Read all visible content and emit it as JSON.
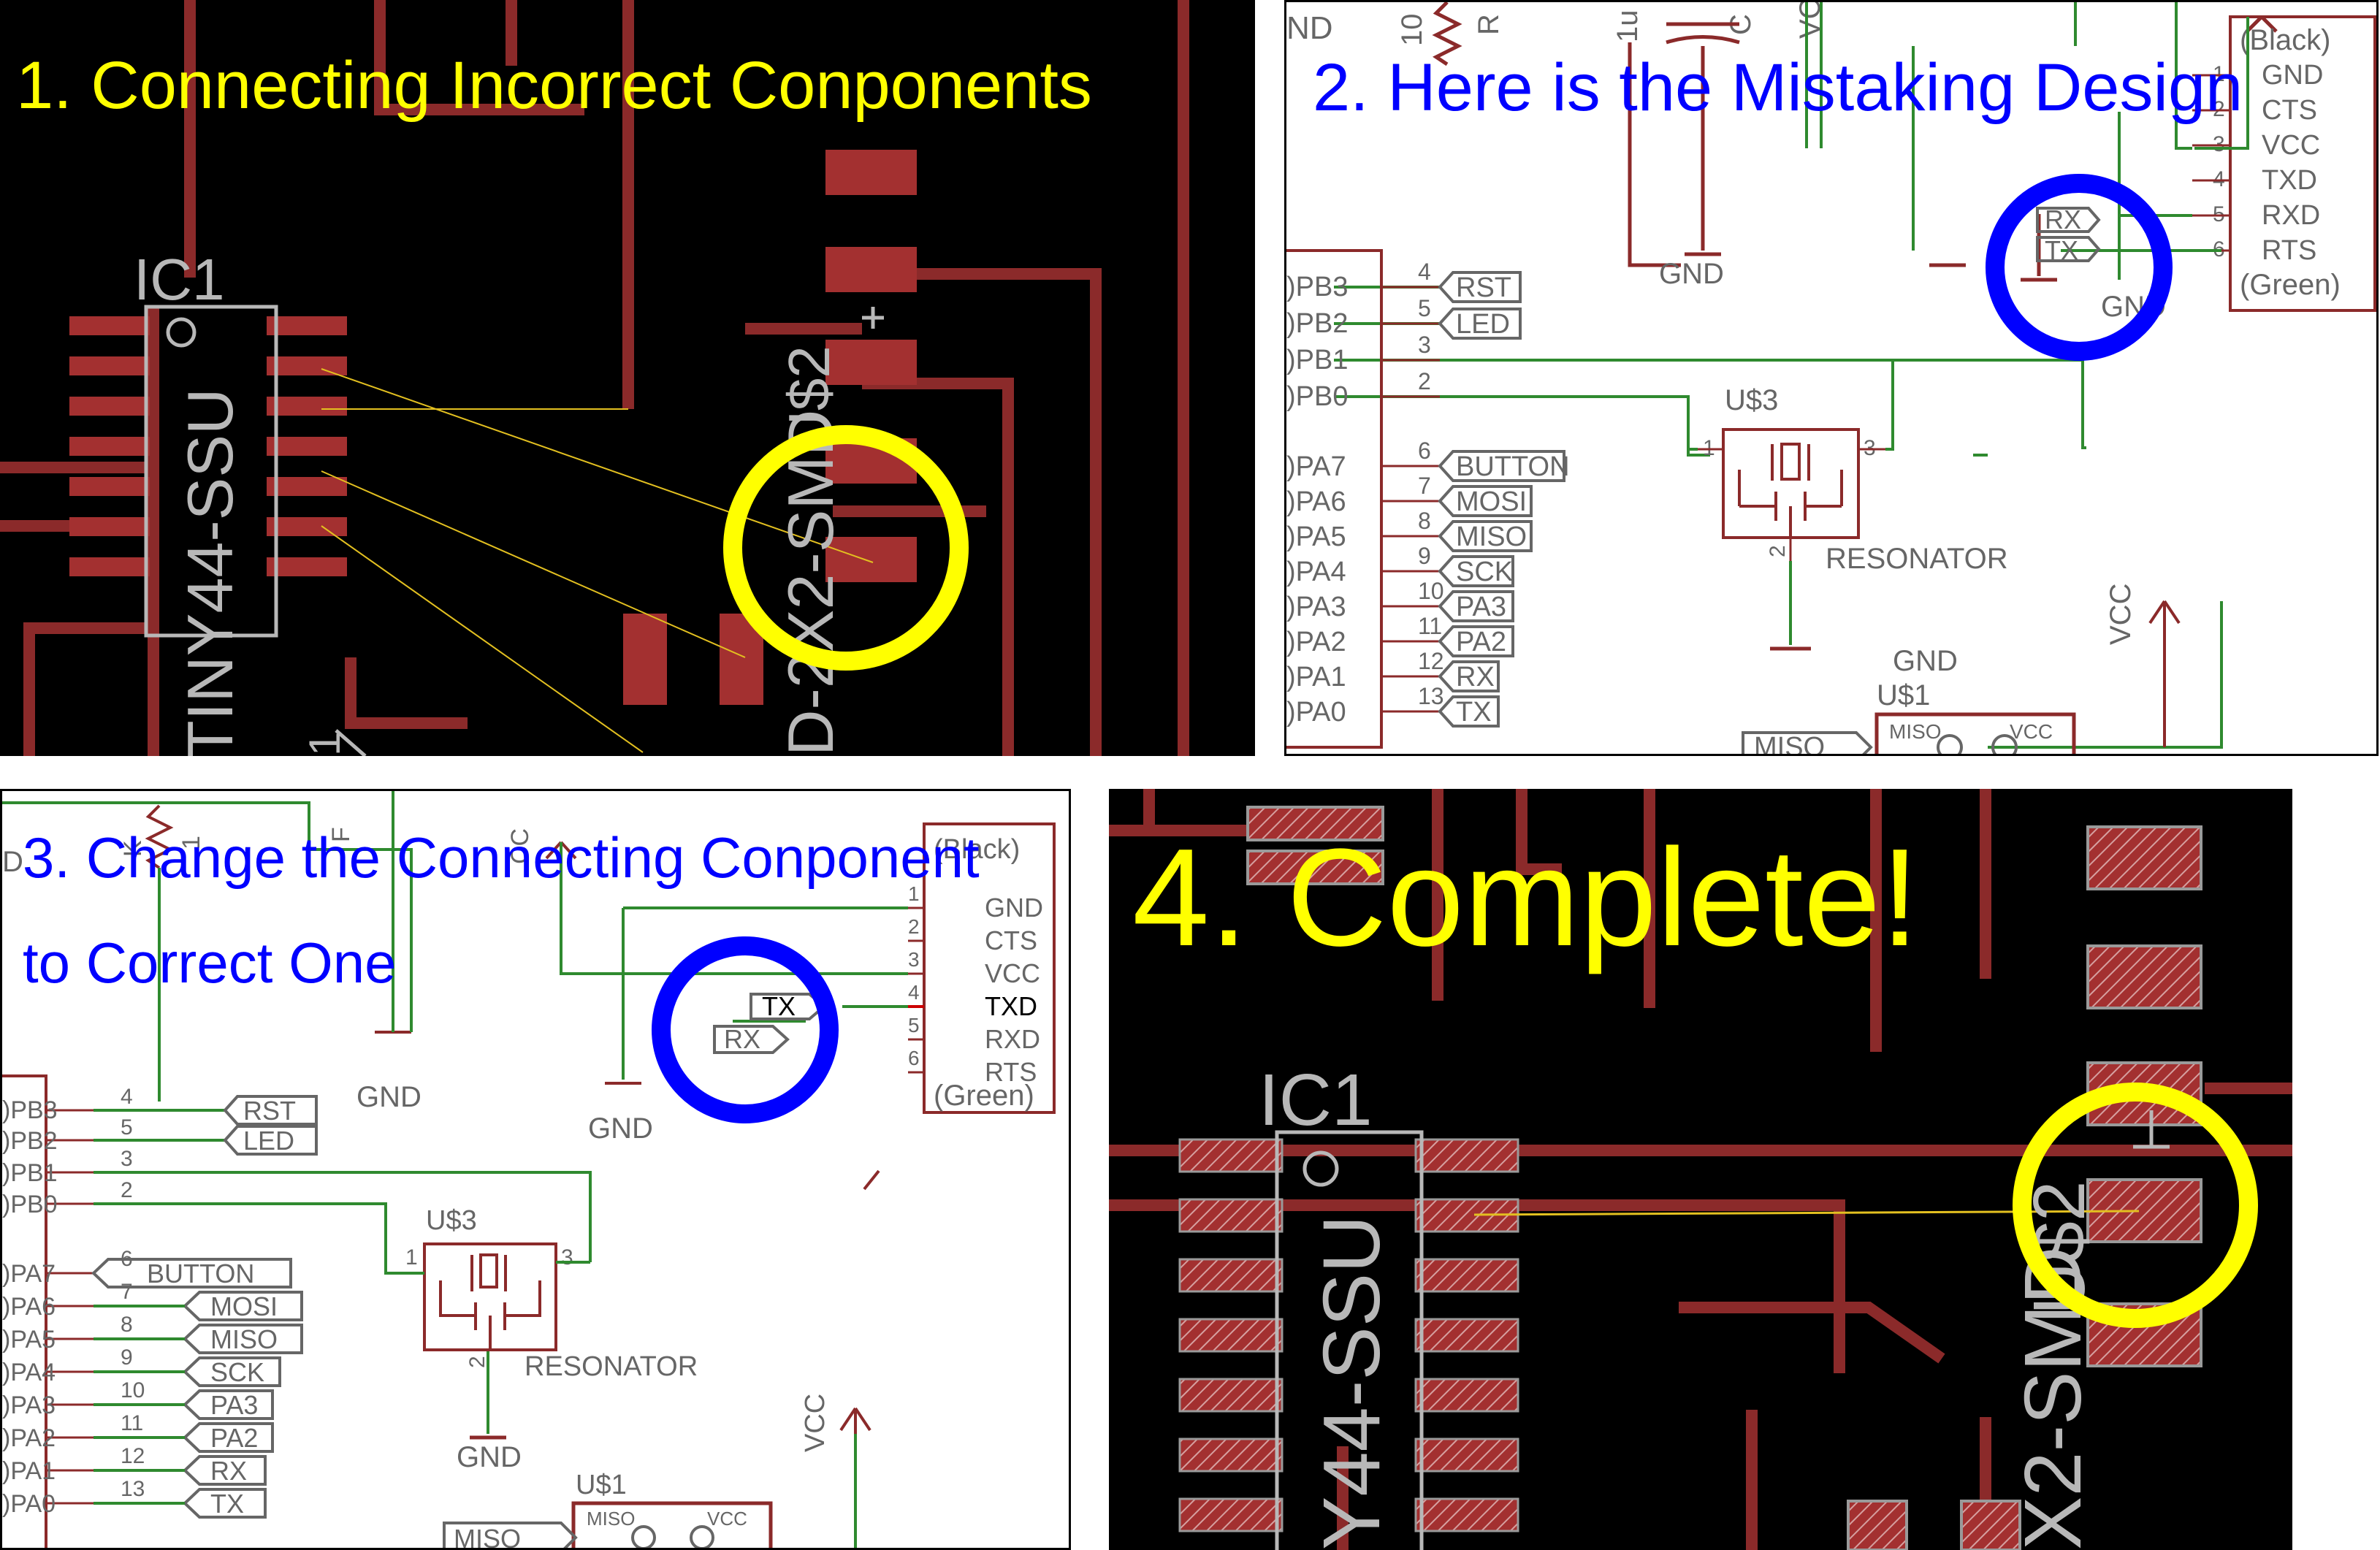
{
  "colors": {
    "board_bg": "#000000",
    "trace": "#8b2a2a",
    "pad": "#a33030",
    "silkscreen": "#b8b8b8",
    "airwire": "#e3c020",
    "schematic_bg": "#ffffff",
    "net_wire": "#2f8a2f",
    "symbol": "#8b2a2a",
    "label_text": "#666666",
    "yellow_caption": "#ffff00",
    "blue_caption": "#0000ff",
    "highlight_yellow": "#ffff00",
    "highlight_blue": "#0000ff"
  },
  "panel1": {
    "caption": "1. Connecting Incorrect Conponents",
    "ic_ref": "IC1",
    "ic_value": "TINY44-SSU",
    "connector_value": "D-2X2-SMD",
    "connector_ref": "U$2",
    "pin1_mark": "1"
  },
  "panel2": {
    "caption": "2. Here is the Mistaking Design",
    "top_fragments": [
      "ND",
      "10",
      "R",
      "1u",
      "C",
      "VC"
    ],
    "ftdi_header": "(Black)",
    "ftdi_footer": "(Green)",
    "ftdi_pins": [
      {
        "num": "1",
        "name": "GND"
      },
      {
        "num": "2",
        "name": "CTS"
      },
      {
        "num": "3",
        "name": "VCC"
      },
      {
        "num": "4",
        "name": "TXD"
      },
      {
        "num": "5",
        "name": "RXD"
      },
      {
        "num": "6",
        "name": "RTS"
      }
    ],
    "net_labels_wrong": [
      "RX",
      "TX"
    ],
    "gnd_labels": [
      "GND",
      "GND",
      "GND"
    ],
    "mcu_pins": [
      {
        "name": ")PB3",
        "num": "4",
        "label": "RST"
      },
      {
        "name": ")PB2",
        "num": "5",
        "label": "LED"
      },
      {
        "name": ")PB1",
        "num": "3",
        "label": ""
      },
      {
        "name": ")PB0",
        "num": "2",
        "label": ""
      },
      {
        "name": ")PA7",
        "num": "6",
        "label": "BUTTON"
      },
      {
        "name": ")PA6",
        "num": "7",
        "label": "MOSI"
      },
      {
        "name": ")PA5",
        "num": "8",
        "label": "MISO"
      },
      {
        "name": ")PA4",
        "num": "9",
        "label": "SCK"
      },
      {
        "name": ")PA3",
        "num": "10",
        "label": "PA3"
      },
      {
        "name": ")PA2",
        "num": "11",
        "label": "PA2"
      },
      {
        "name": ")PA1",
        "num": "12",
        "label": "RX"
      },
      {
        "name": ")PA0",
        "num": "13",
        "label": "TX"
      }
    ],
    "resonator_ref": "U$3",
    "resonator_value": "RESONATOR",
    "resonator_pins": [
      "1",
      "2",
      "3"
    ],
    "vcc_label": "VCC",
    "u1_ref": "U$1",
    "u1_pins": [
      "MISO",
      "VCC"
    ],
    "miso_label": "MISO"
  },
  "panel3": {
    "caption_line1": "3. Change the Connecting Conponent",
    "caption_line2": "to Correct One",
    "top_fragments": [
      "D",
      "K",
      "1",
      "F",
      "CC"
    ],
    "ftdi_header": "(Black)",
    "ftdi_footer": "(Green)",
    "ftdi_pins": [
      {
        "num": "1",
        "name": "GND"
      },
      {
        "num": "2",
        "name": "CTS"
      },
      {
        "num": "3",
        "name": "VCC"
      },
      {
        "num": "4",
        "name": "TXD"
      },
      {
        "num": "5",
        "name": "RXD"
      },
      {
        "num": "6",
        "name": "RTS"
      }
    ],
    "net_labels_fixed": [
      "TX",
      "RX"
    ],
    "gnd_labels": [
      "GND",
      "GND",
      "GND"
    ],
    "mcu_pins": [
      {
        "name": ")PB3",
        "num": "4",
        "label": "RST"
      },
      {
        "name": ")PB2",
        "num": "5",
        "label": "LED"
      },
      {
        "name": ")PB1",
        "num": "3",
        "label": ""
      },
      {
        "name": ")PB0",
        "num": "2",
        "label": ""
      },
      {
        "name": ")PA7",
        "num": "6",
        "label": "BUTTON"
      },
      {
        "name": ")PA6",
        "num": "7",
        "label": "MOSI"
      },
      {
        "name": ")PA5",
        "num": "8",
        "label": "MISO"
      },
      {
        "name": ")PA4",
        "num": "9",
        "label": "SCK"
      },
      {
        "name": ")PA3",
        "num": "10",
        "label": "PA3"
      },
      {
        "name": ")PA2",
        "num": "11",
        "label": "PA2"
      },
      {
        "name": ")PA1",
        "num": "12",
        "label": "RX"
      },
      {
        "name": ")PA0",
        "num": "13",
        "label": "TX"
      }
    ],
    "resonator_ref": "U$3",
    "resonator_value": "RESONATOR",
    "resonator_pins": [
      "1",
      "2",
      "3"
    ],
    "vcc_label": "VCC",
    "u1_ref": "U$1",
    "u1_pins": [
      "MISO",
      "VCC"
    ],
    "miso_label": "MISO"
  },
  "panel4": {
    "caption": "4. Complete!",
    "ic_ref": "IC1",
    "ic_value": "Y44-SSU",
    "connector_value": "X2-SMD",
    "connector_ref": "U$2"
  }
}
